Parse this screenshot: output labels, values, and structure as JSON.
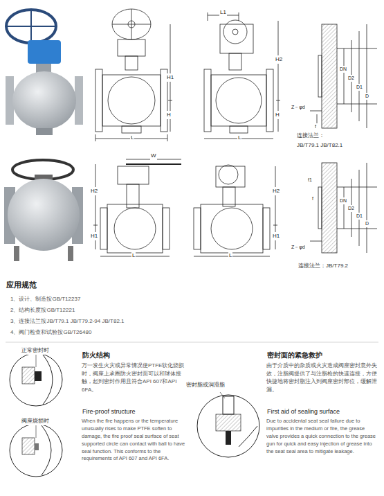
{
  "diagram": {
    "labels": [
      "H1",
      "H",
      "L",
      "L1",
      "H2",
      "H",
      "L",
      "DN",
      "D2",
      "D1",
      "D",
      "Z－φd",
      "f",
      "连接法兰：",
      "JB/T79.1 JB/T82.1",
      "W",
      "H2",
      "H1",
      "L",
      "H2",
      "H1",
      "L",
      "f1",
      "f",
      "DN",
      "D2",
      "D1",
      "D",
      "Z－φd",
      "连接法兰：JB/T79.2",
      "应用规范",
      "1、设计、制造按GB/T12237",
      "2、结构长度按GB/T12221",
      "3、连接法兰按JB/T79.1 JB/T79.2-94 JB/T82.1",
      "4、阀门检查和试验按GB/T26480",
      "正常密封时",
      "阀座烧损时",
      "防火结构",
      "万一发生火灾或异常情况使PTFE软化烧损时，阀座上承圈防火密封面可以和球体接触，起到密封作用且符合API 607和API 6FA。",
      "Fire-proof structure",
      "When the fire happens or the temperature unusually rises to make PTFE soften to damage, the fire proof seal surface of seat supported circle can contact with ball to have seal function. This conforms to the requirements of API 607 and API 6FA.",
      "密封脂或润滑脂",
      "密封面的紧急救护",
      "由于介质中的杂质或火灾造成阀座密封意外失效，注脂阀提供了与注脂枪的快速连接，方便快捷地将密封脂注入到阀座密封部位，缓解泄漏。",
      "First aid of sealing surface",
      "Due to accidental seat seal failure due to impurities in the medium or fire, the grease valve provides a quick connection to the grease gun for quick and easy injection of grease into the seat seal area to mitigate leakage."
    ]
  }
}
